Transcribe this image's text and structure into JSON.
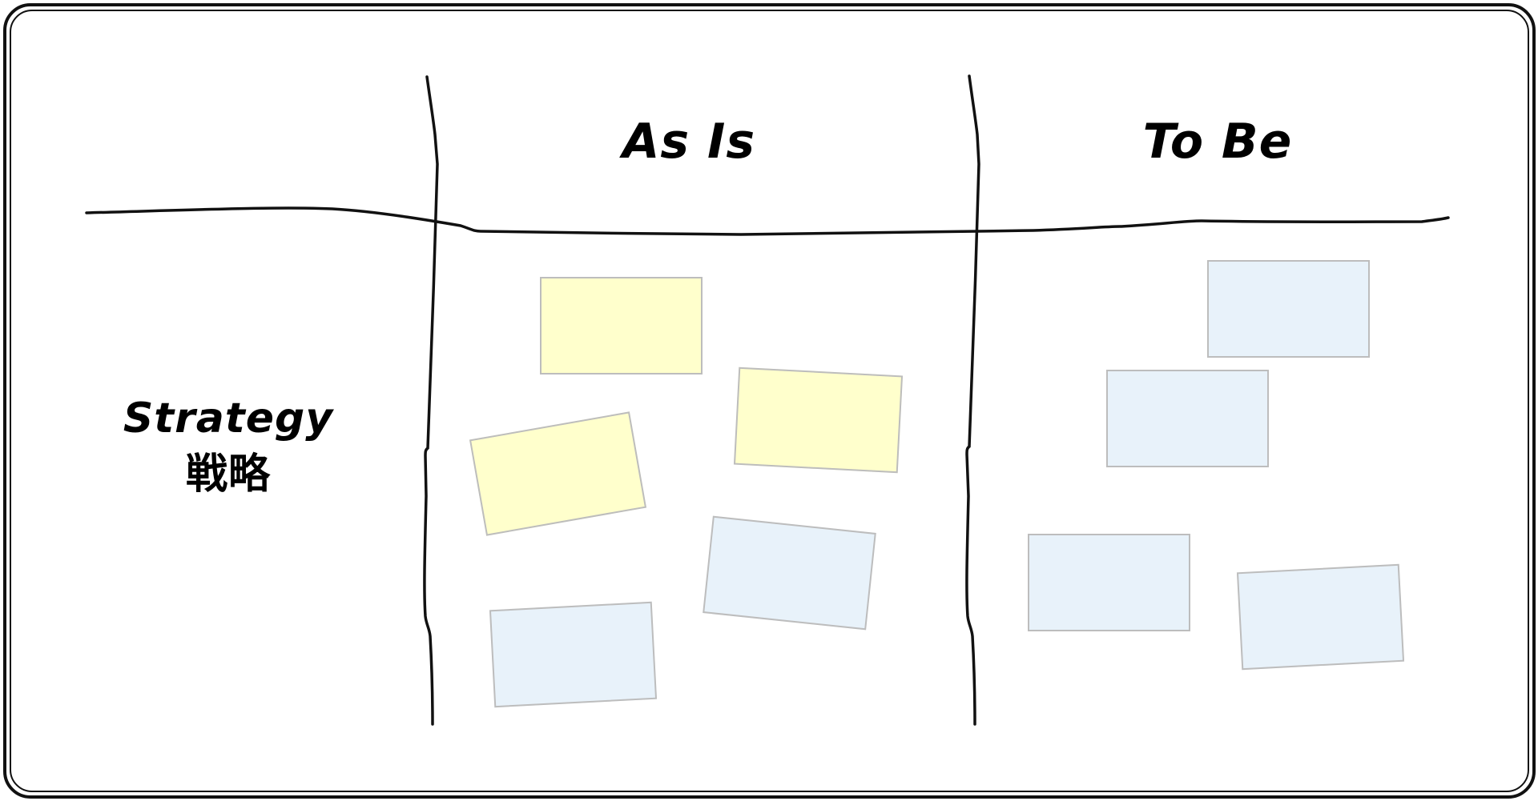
{
  "columns": [
    {
      "title": "As Is"
    },
    {
      "title": "To Be"
    }
  ],
  "rows": [
    {
      "title": "Strategy",
      "title_jp": "戦略"
    }
  ],
  "colors": {
    "yellow_note": "#ffffcc",
    "blue_note": "#e8f2fa",
    "note_border": "#bdbdbd",
    "ink": "#111111"
  },
  "notes": [
    {
      "column": "As Is",
      "color": "yellow"
    },
    {
      "column": "As Is",
      "color": "yellow"
    },
    {
      "column": "As Is",
      "color": "yellow"
    },
    {
      "column": "As Is",
      "color": "blue"
    },
    {
      "column": "As Is",
      "color": "blue"
    },
    {
      "column": "To Be",
      "color": "blue"
    },
    {
      "column": "To Be",
      "color": "blue"
    },
    {
      "column": "To Be",
      "color": "blue"
    },
    {
      "column": "To Be",
      "color": "blue"
    }
  ]
}
